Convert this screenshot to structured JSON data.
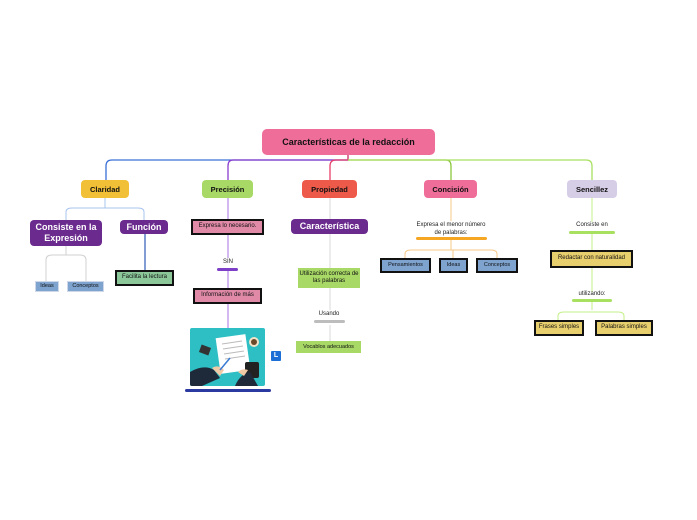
{
  "root": {
    "label": "Características de la redacción",
    "color": "#ee6d99"
  },
  "branches": {
    "claridad": {
      "label": "Claridad",
      "color": "#f2c037",
      "sub1": "Consiste en la Expresión",
      "sub2": "Función",
      "ideas": "Ideas",
      "conceptos": "Conceptos",
      "facilita": "Facilita la lectura"
    },
    "precision": {
      "label": "Precisión",
      "color": "#a8d866",
      "expresa": "Expresa lo necesario.",
      "sin": "SIN",
      "info": "Información de más",
      "illustration": "writing-hands-illustration",
      "badge": "L"
    },
    "propiedad": {
      "label": "Propiedad",
      "color": "#ee5a4a",
      "caracteristica": "Característica",
      "utilizacion": "Utilización correcta de las palabras",
      "usando": "Usando",
      "vocablos": "Vocablos adecuados"
    },
    "concision": {
      "label": "Concisión",
      "color": "#ee6d99",
      "expresa": "Expresa el menor número de palabras:",
      "pensamientos": "Pensamientos",
      "ideas": "Ideas",
      "conceptos": "Conceptos"
    },
    "sencillez": {
      "label": "Sencillez",
      "color": "#d6cde6",
      "consiste": "Consiste en",
      "redactar": "Redactar con naturalidad",
      "utilizando": "utilizando:",
      "frases": "Frases simples",
      "palabras": "Palabras simples"
    }
  }
}
